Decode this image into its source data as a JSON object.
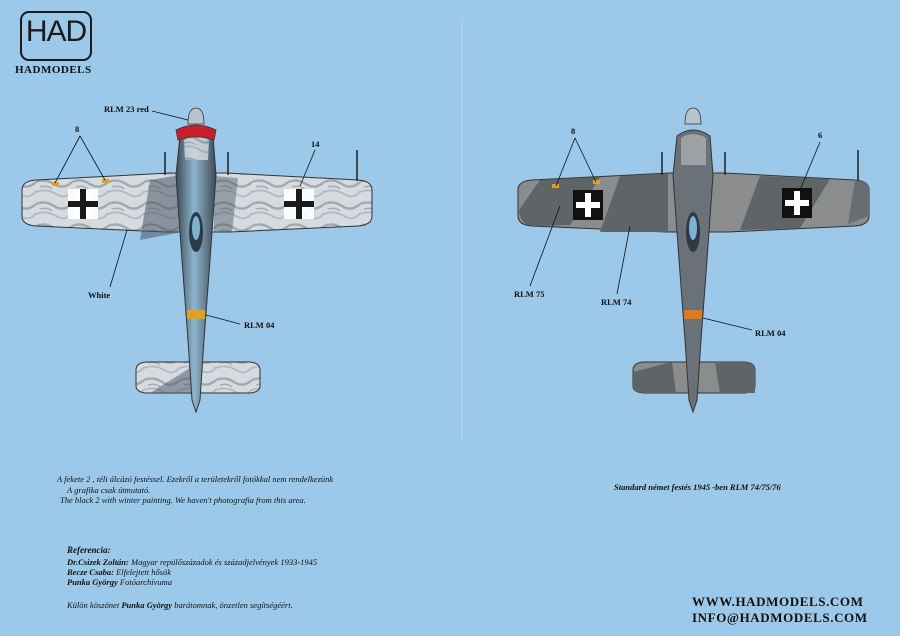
{
  "brand": {
    "logo_text": "HAD",
    "name": "HADMODELS"
  },
  "left_plane": {
    "callouts": {
      "spinner": "RLM 23 red",
      "num_left": "8",
      "num_right": "14",
      "white": "White",
      "rlm04": "RLM 04"
    }
  },
  "right_plane": {
    "callouts": {
      "num_left": "8",
      "num_right": "6",
      "rlm75": "RLM 75",
      "rlm74": "RLM 74",
      "rlm04": "RLM 04"
    },
    "caption": "Standard német festés 1945 -ben RLM 74/75/76"
  },
  "notes": {
    "line1": "A fekete 2 , téli álcázó festéssel. Ezekről a területekről fotókkal nem rendelkezünk",
    "line2": "A grafika csak útmutató.",
    "line3": "The black 2 with winter painting. We haven't photografia from this area."
  },
  "references": {
    "title": "Referencia:",
    "items": [
      {
        "author": "Dr.Csizek Zoltán:",
        "work": "Magyar repülőszázadok és századjelvények 1933-1945"
      },
      {
        "author": "Becze Csaba:",
        "work": "Elfelejtett hősök"
      },
      {
        "author": "Punka György",
        "work": "Fotóarchívuma"
      }
    ],
    "thanks_pre": "Külön köszönet",
    "thanks_name": "Punka György",
    "thanks_post": "barátomnak, önzetlen segítségéért."
  },
  "web": {
    "site": "WWW.HADMODELS.COM",
    "email": "INFO@HADMODELS.COM"
  },
  "colors": {
    "background": "#9cc9ea",
    "winter_white": "#d8dde2",
    "rlm74": "#5f6466",
    "rlm75": "#8a8c8d",
    "rlm76": "#8fb6cf",
    "rlm04": "#e0a020",
    "rlm23": "#c8202a"
  }
}
